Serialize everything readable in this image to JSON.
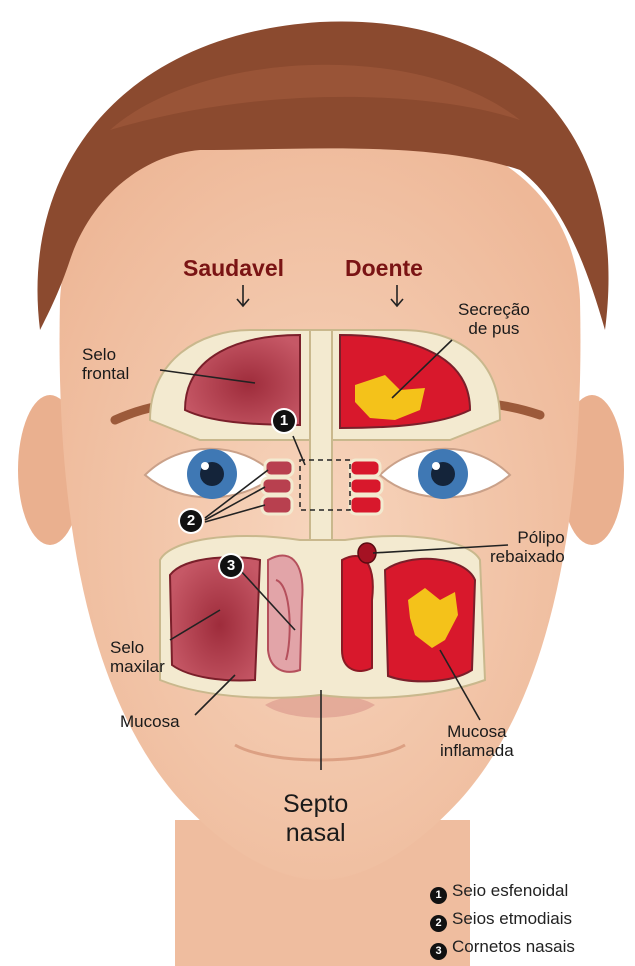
{
  "headings": {
    "healthy": "Saudavel",
    "sick": "Doente"
  },
  "labels": {
    "frontal_sinus": "Selo\nfrontal",
    "pus": "Secreção\nde pus",
    "polyp": "Pólipo\nrebaixado",
    "maxillary": "Selo\nmaxilar",
    "mucosa": "Mucosa",
    "inflamed_mucosa": "Mucosa\ninflamada",
    "septum": "Septo\nnasal"
  },
  "markers": [
    "1",
    "2",
    "3"
  ],
  "legend": [
    {
      "num": "1",
      "text": "Seio esfenoidal"
    },
    {
      "num": "2",
      "text": "Seios etmodiais"
    },
    {
      "num": "3",
      "text": "Cornetos nasais"
    }
  ],
  "colors": {
    "heading": "#7a1414",
    "skin": "#f3c8ab",
    "hair": "#8b4a2f",
    "sinus_healthy": "#b8404f",
    "sinus_sick": "#d8182c",
    "pus": "#f4c21a",
    "bone": "#f3ead0"
  }
}
